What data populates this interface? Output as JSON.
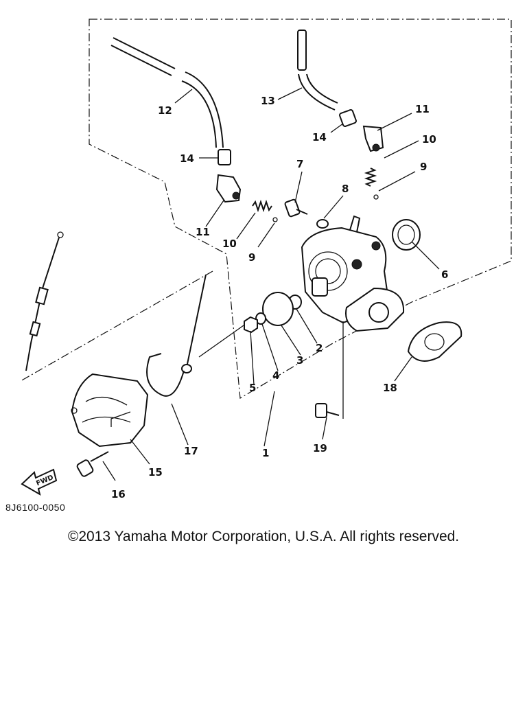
{
  "diagram": {
    "callouts": {
      "c1": "1",
      "c2": "2",
      "c3": "3",
      "c4": "4",
      "c5": "5",
      "c6": "6",
      "c7": "7",
      "c8": "8",
      "c9a": "9",
      "c9b": "9",
      "c10a": "10",
      "c10b": "10",
      "c11a": "11",
      "c11b": "11",
      "c12": "12",
      "c13": "13",
      "c14a": "14",
      "c14b": "14",
      "c15": "15",
      "c16": "16",
      "c17": "17",
      "c18": "18",
      "c19": "19"
    },
    "fwd_label": "FWD",
    "drawing_code": "8J6100-0050"
  },
  "footer": {
    "copyright": "©2013 Yamaha Motor Corporation, U.S.A. All rights reserved."
  }
}
